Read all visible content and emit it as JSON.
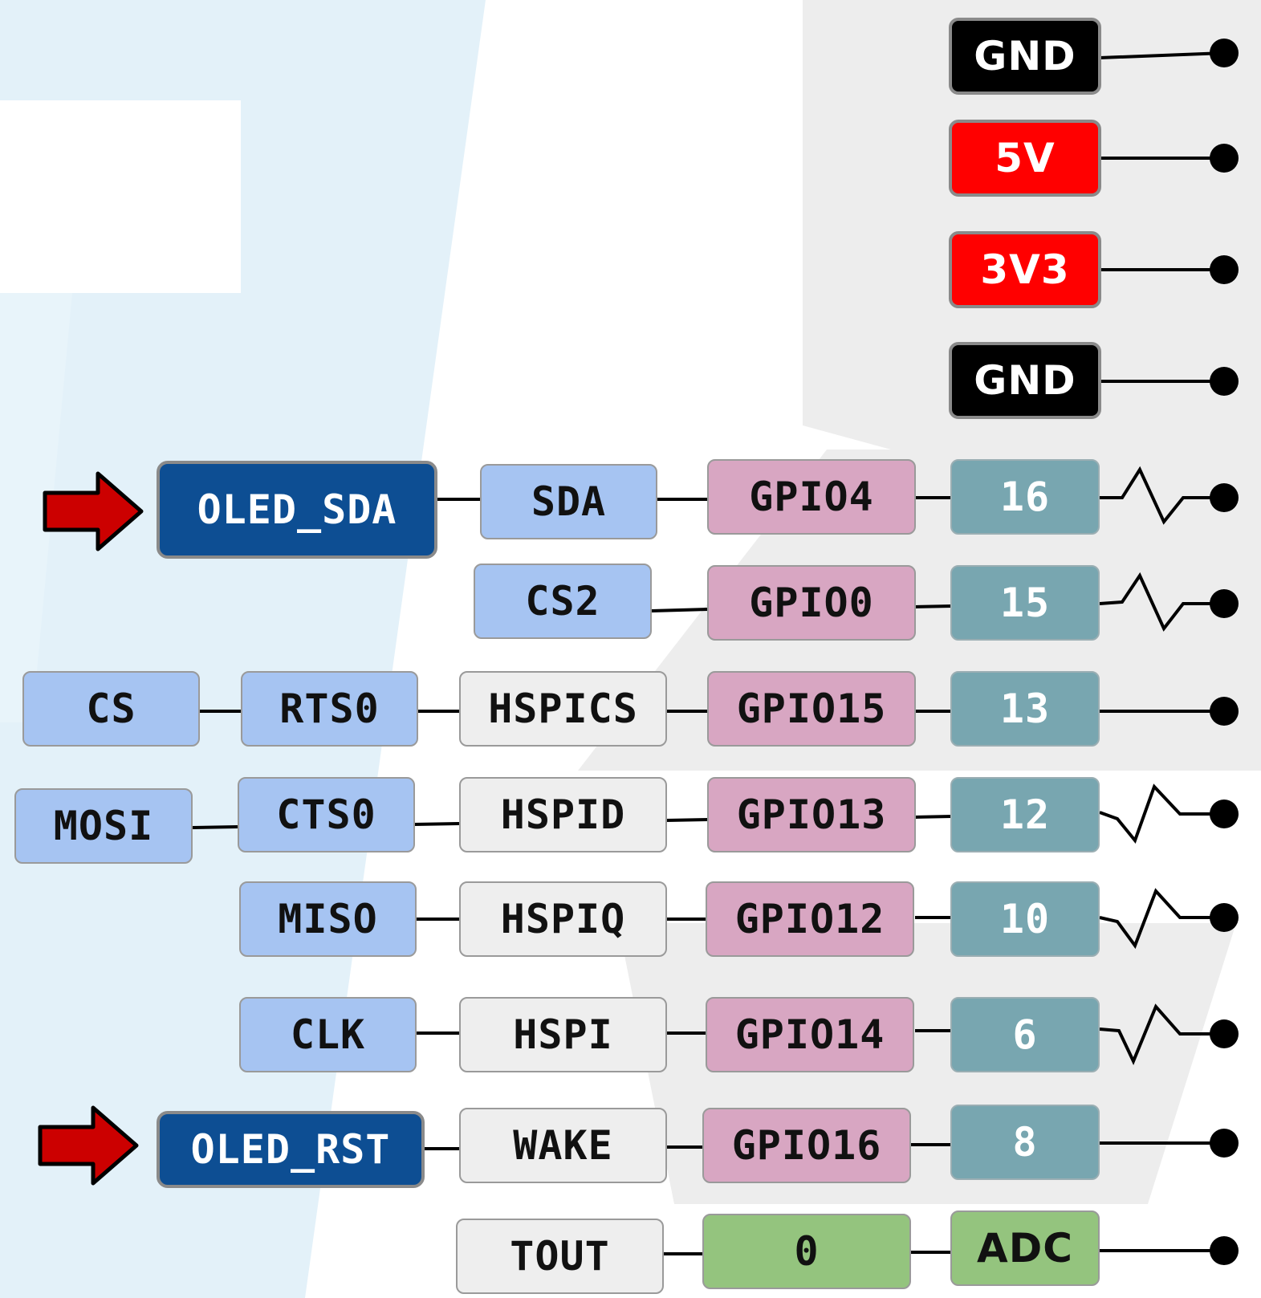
{
  "power_pins": [
    {
      "label": "GND"
    },
    {
      "label": "5V"
    },
    {
      "label": "3V3"
    },
    {
      "label": "GND"
    }
  ],
  "rows": [
    {
      "oled": "OLED_SDA",
      "func": "SDA",
      "gpio": "GPIO4",
      "pin": "16",
      "pwm": true
    },
    {
      "func": "CS2",
      "gpio": "GPIO0",
      "pin": "15",
      "pwm": true
    },
    {
      "func_outer": "CS",
      "func": "RTS0",
      "hspi": "HSPICS",
      "gpio": "GPIO15",
      "pin": "13",
      "pwm": false
    },
    {
      "func_outer": "MOSI",
      "func": "CTS0",
      "hspi": "HSPID",
      "gpio": "GPIO13",
      "pin": "12",
      "pwm": true
    },
    {
      "func": "MISO",
      "hspi": "HSPIQ",
      "gpio": "GPIO12",
      "pin": "10",
      "pwm": true
    },
    {
      "func": "CLK",
      "hspi": "HSPI",
      "gpio": "GPIO14",
      "pin": "6",
      "pwm": true
    },
    {
      "oled": "OLED_RST",
      "hspi": "WAKE",
      "gpio": "GPIO16",
      "pin": "8",
      "pwm": false
    },
    {
      "hspi": "TOUT",
      "adc_channel": "0",
      "pin": "ADC",
      "pwm": false
    }
  ],
  "colors": {
    "gnd": "#000000",
    "power": "#ff0000",
    "oled": "#0d4e93",
    "function": "#a6c4f2",
    "hspi": "#eeeeee",
    "gpio": "#d8a6c2",
    "pin_number": "#78a6b0",
    "adc": "#94c47e",
    "arrow": "#cc0000"
  }
}
